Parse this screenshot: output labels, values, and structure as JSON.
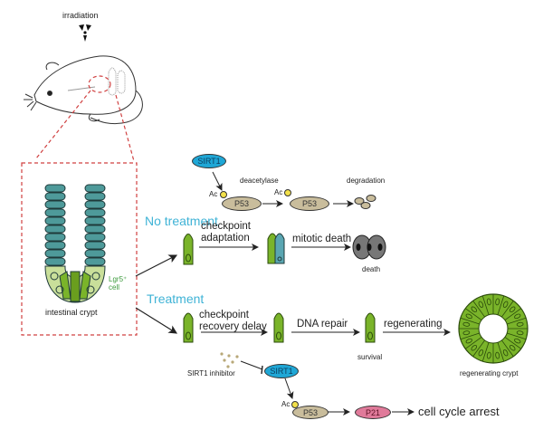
{
  "labels": {
    "irradiation": "irradiation",
    "intestinal_crypt": "intestinal crypt",
    "lgr5_cell_line1": "Lgr5⁺",
    "lgr5_cell_line2": "cell",
    "no_treatment": "No treatment",
    "treatment": "Treatment",
    "deacetylase": "deacetylase",
    "degradation": "degradation",
    "ac1": "Ac",
    "ac2": "Ac",
    "ac3": "Ac",
    "checkpoint_adaptation_1": "checkpoint",
    "checkpoint_adaptation_2": "adaptation",
    "mitotic_death": "mitotic death",
    "death": "death",
    "checkpoint_recovery_1": "checkpoint",
    "checkpoint_recovery_2": "recovery delay",
    "dna_repair": "DNA repair",
    "survival": "survival",
    "regenerating": "regenerating",
    "regenerating_crypt": "regenerating crypt",
    "sirt1_inhibitor": "SIRT1 inhibitor",
    "cell_cycle_arrest": "cell cycle arrest"
  },
  "proteins": {
    "sirt1_top": "SIRT1",
    "p53_a": "P53",
    "p53_b": "P53",
    "sirt1_bottom": "SIRT1",
    "p53_c": "P53",
    "p21": "P21"
  },
  "icons": {
    "radiation": "radiation-trefoil-icon",
    "mouse": "mouse-illustration"
  },
  "colors": {
    "pathway_blue": "#3fb3d6",
    "lgr5_green": "#3c9a3c",
    "stem_cell_green": "#7ab42a",
    "crypt_teal": "#4e9a9a",
    "zoom_box_red": "#d04040",
    "sirt1": "#1fa7d6",
    "p53": "#c9bd9c",
    "p21": "#e07a9a",
    "acetyl": "#f2e04a"
  }
}
